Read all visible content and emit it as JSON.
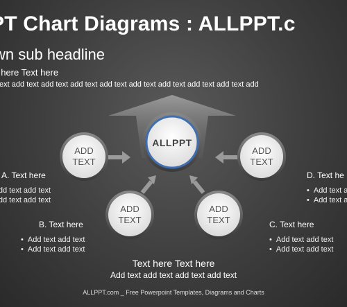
{
  "header": {
    "title": "PT Chart Diagrams : ALLPPT.c",
    "subtitle": "wn sub headline",
    "line1": "t here Text here",
    "line2": "text add text add text add text add text add text add text add text add text add"
  },
  "center": {
    "label": "ALLPPT"
  },
  "nodes": {
    "a": {
      "l1": "ADD",
      "l2": "TEXT"
    },
    "b": {
      "l1": "ADD",
      "l2": "TEXT"
    },
    "c": {
      "l1": "ADD",
      "l2": "TEXT"
    },
    "d": {
      "l1": "ADD",
      "l2": "TEXT"
    }
  },
  "labels": {
    "a": {
      "title": "A. Text  here",
      "bullets": [
        "dd text add text",
        "dd text add text"
      ]
    },
    "b": {
      "title": "B. Text  here",
      "bullets": [
        "Add text add text",
        "Add text add text"
      ]
    },
    "c": {
      "title": "C. Text  here",
      "bullets": [
        "Add text add text",
        "Add text add text"
      ]
    },
    "d": {
      "title": "D. Text  he",
      "bullets": [
        "Add text add",
        "Add text add"
      ]
    }
  },
  "bottom": {
    "title": "Text here Text here",
    "text": "Add text add text add text add text"
  },
  "footer": "ALLPPT.com _ Free Powerpoint Templates, Diagrams and Charts"
}
